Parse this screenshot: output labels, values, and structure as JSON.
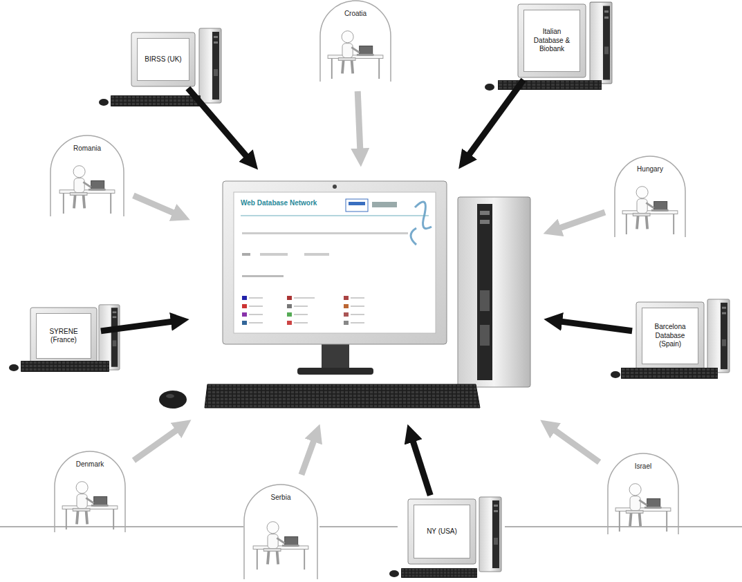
{
  "diagram": {
    "nodes": [
      {
        "text": [
          "BIRSS (UK)"
        ]
      },
      {
        "text": [
          "Croatia"
        ]
      },
      {
        "text": [
          "Italian Database & Biobank"
        ]
      },
      {
        "text": [
          "Romania"
        ]
      },
      {
        "text": [
          "Web Database Network"
        ]
      },
      {
        "text": [
          "Hungary"
        ]
      },
      {
        "text": [
          "SYRENE (France)"
        ]
      },
      {
        "text": [
          "Barcelona Database (Spain)"
        ]
      },
      {
        "text": [
          "Denmark"
        ]
      },
      {
        "text": [
          "Serbia"
        ]
      },
      {
        "text": [
          "NY (USA)"
        ]
      },
      {
        "text": [
          "Israel"
        ]
      }
    ],
    "edges": [
      {
        "from": 0,
        "to": 4,
        "arrow": "to"
      },
      {
        "from": 1,
        "to": 4,
        "arrow": "to"
      },
      {
        "from": 2,
        "to": 4,
        "arrow": "to"
      },
      {
        "from": 3,
        "to": 4,
        "arrow": "to"
      },
      {
        "from": 5,
        "to": 4,
        "arrow": "to"
      },
      {
        "from": 6,
        "to": 4,
        "arrow": "to"
      },
      {
        "from": 7,
        "to": 4,
        "arrow": "to"
      },
      {
        "from": 8,
        "to": 4,
        "arrow": "to"
      },
      {
        "from": 9,
        "to": 4,
        "arrow": "to"
      },
      {
        "from": 10,
        "to": 4,
        "arrow": "to"
      },
      {
        "from": 11,
        "to": 4,
        "arrow": "to"
      }
    ]
  }
}
